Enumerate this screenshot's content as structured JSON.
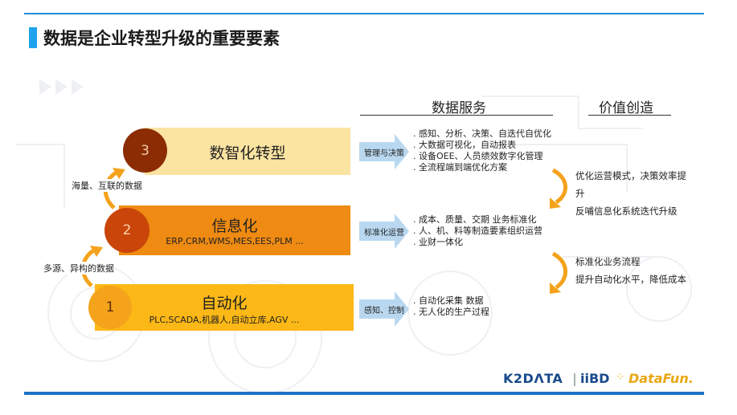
{
  "title": "数据是企业转型升级的重要要素",
  "headers": {
    "data_services": "数据服务",
    "value_creation": "价值创造"
  },
  "stages": [
    {
      "number": "3",
      "name": "数智化转型",
      "sub": ""
    },
    {
      "number": "2",
      "name": "信息化",
      "sub": "ERP,CRM,WMS,MES,EES,PLM ..."
    },
    {
      "number": "1",
      "name": "自动化",
      "sub": "PLC,SCADA,机器人,自动立库,AGV ..."
    }
  ],
  "connectors": {
    "upper": "海量、互联的数据",
    "lower": "多源、异构的数据"
  },
  "arrows": [
    "管理与决策",
    "标准化运营",
    "感知、控制"
  ],
  "services": [
    [
      ". 感知、分析、决策、自迭代自优化",
      ". 大数据可视化，自动报表",
      ". 设备OEE、人员绩效数字化管理",
      ". 全流程端到端优化方案"
    ],
    [
      ". 成本、质量、交期 业务标准化",
      ". 人、机、料等制造要素组织运营",
      ". 业财一体化"
    ],
    [
      ". 自动化采集 数据",
      ". 无人化的生产过程"
    ]
  ],
  "values": [
    [
      "优化运营模式，决策效率提升",
      "反哺信息化系统迭代升级"
    ],
    [
      "标准化业务流程",
      "提升自动化水平，降低成本"
    ]
  ],
  "logos": {
    "k2data": "K2DΛTA",
    "sep": "|",
    "iibd": "iiBD",
    "datafun": "DataFun."
  },
  "colors": {
    "title_bar": "#1ea2ee",
    "band3": "#fbe3a1",
    "band2": "#ef8a12",
    "band1": "#fcb816",
    "circle3": "#8b2c05",
    "circle2": "#c9450a",
    "circle1": "#f5a31a",
    "arrow": "#b9d8f0",
    "curve": "#f4a21c"
  }
}
